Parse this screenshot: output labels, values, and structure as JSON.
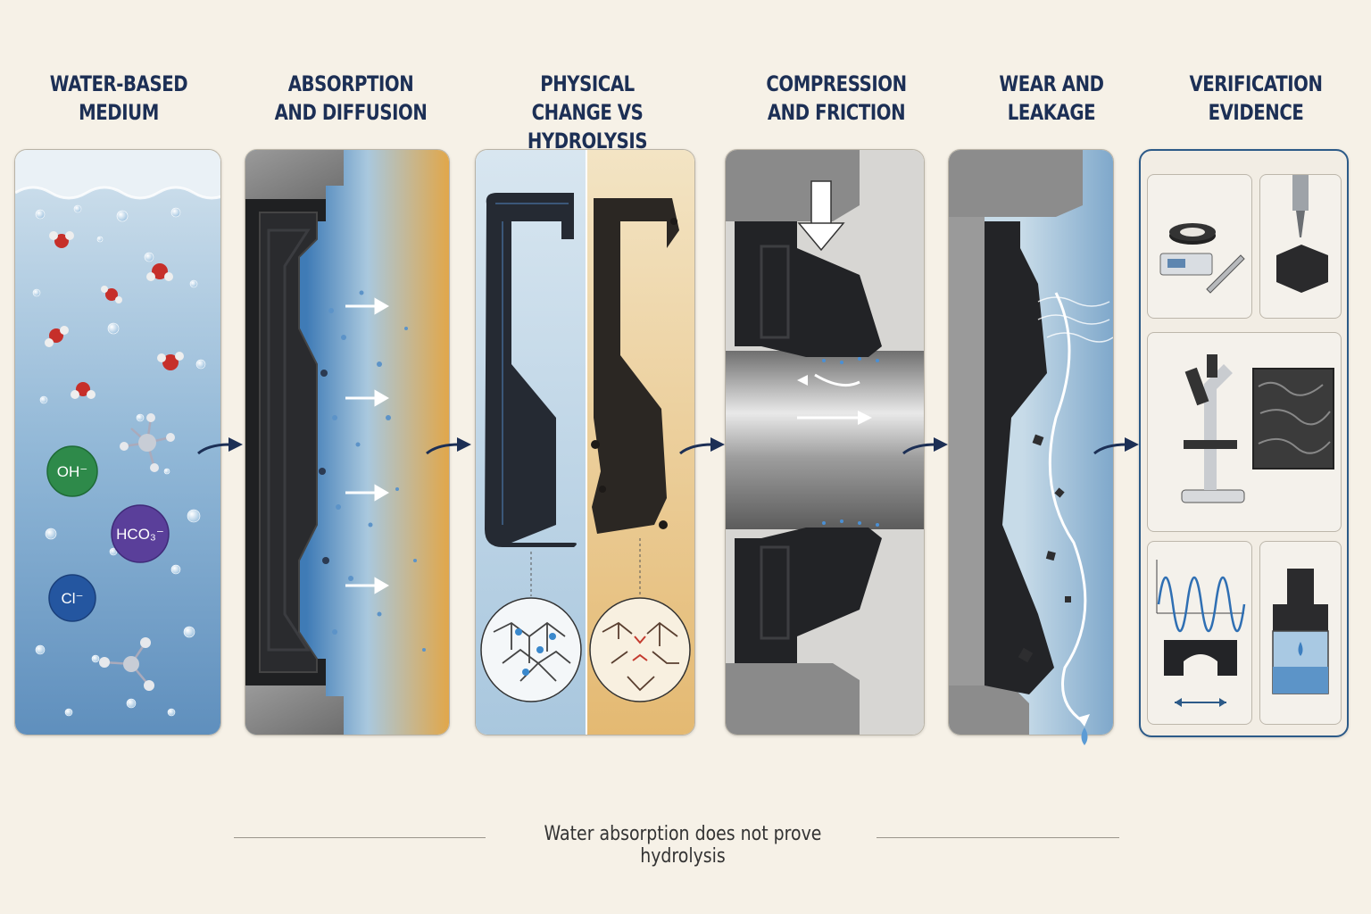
{
  "stages": [
    {
      "title": "WATER-BASED MEDIUM"
    },
    {
      "title": "ABSORPTION AND DIFFUSION"
    },
    {
      "title": "PHYSICAL CHANGE VS HYDROLYSIS"
    },
    {
      "title": "COMPRESSION AND FRICTION"
    },
    {
      "title": "WEAR AND LEAKAGE"
    },
    {
      "title": "VERIFICATION EVIDENCE"
    }
  ],
  "ions": {
    "hydroxide": "OH⁻",
    "bicarbonate": "HCO₃⁻",
    "chloride": "Cl⁻"
  },
  "caption": "Water absorption does not prove hydrolysis",
  "colors": {
    "heading": "#1c2f55",
    "arrow": "#1c2f55",
    "water": "#5f90bd",
    "amber": "#dfa84e",
    "seal": "#26272a",
    "metal": "#8b8b8b",
    "frame": "#2c5a88"
  }
}
